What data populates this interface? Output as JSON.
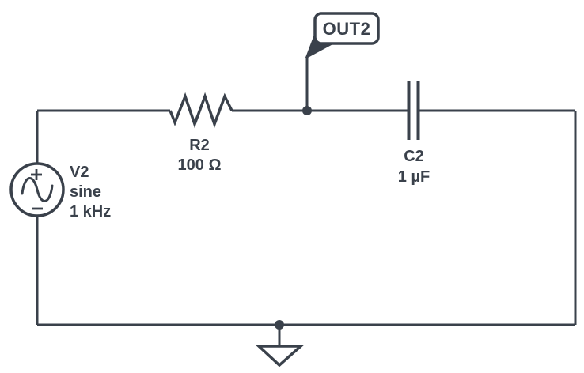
{
  "colors": {
    "stroke": "#3a414b",
    "background": "#ffffff"
  },
  "net_label": {
    "text": "OUT2"
  },
  "components": {
    "source": {
      "name": "V2",
      "waveform": "sine",
      "frequency": "1 kHz"
    },
    "resistor": {
      "name": "R2",
      "value": "100 Ω"
    },
    "capacitor": {
      "name": "C2",
      "value": "1 µF"
    }
  }
}
